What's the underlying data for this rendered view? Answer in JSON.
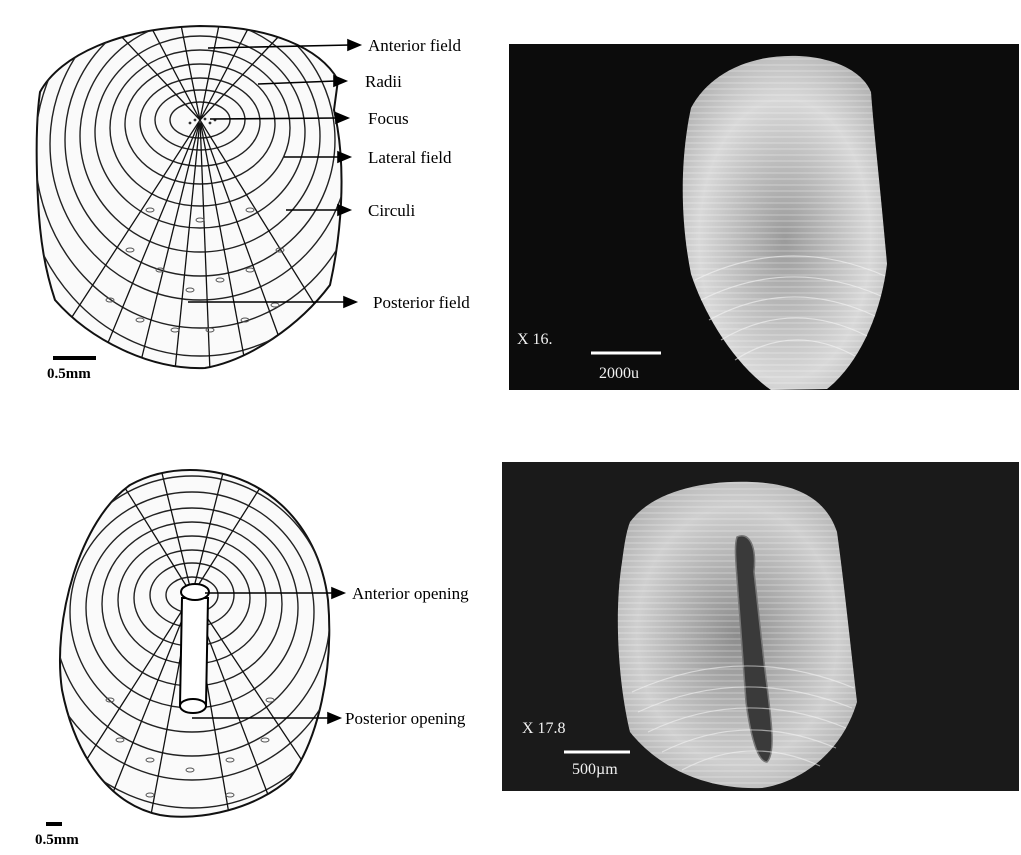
{
  "top": {
    "labels": {
      "anterior_field": "Anterior field",
      "radii": "Radii",
      "focus": "Focus",
      "lateral_field": "Lateral field",
      "circuli": "Circuli",
      "posterior_field": "Posterior field"
    },
    "scale_bar": "0.5mm",
    "sem_magnification": "X 16.",
    "sem_scale": "2000u"
  },
  "bottom": {
    "labels": {
      "anterior_opening": "Anterior opening",
      "posterior_opening": "Posterior opening"
    },
    "scale_bar": "0.5mm",
    "sem_magnification": "X 17.8",
    "sem_scale": "500µm"
  }
}
